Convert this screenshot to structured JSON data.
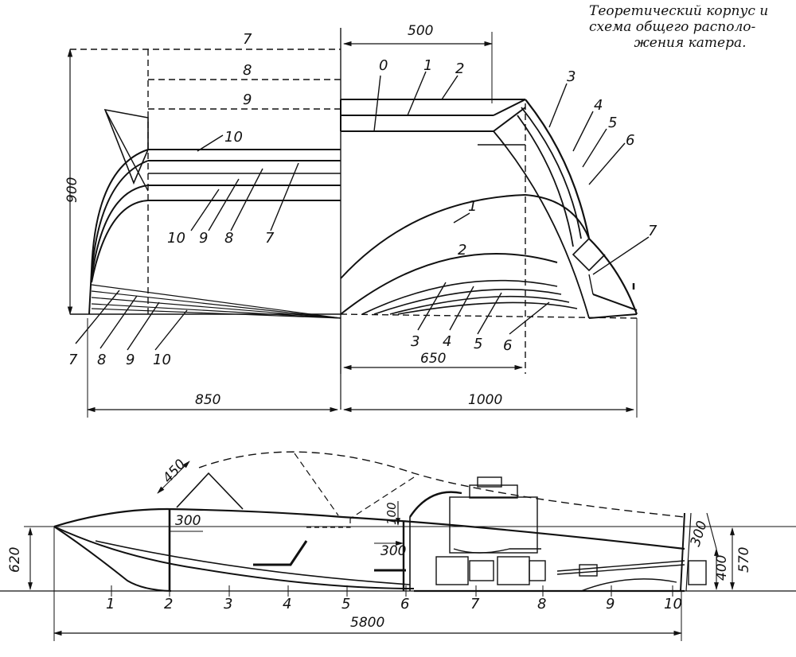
{
  "caption": {
    "line1": "Теоретический корпус и",
    "line2": "схема общего располо-",
    "line3": "жения катера."
  },
  "body_plan": {
    "dimensions": {
      "width_top": "500",
      "height": "900",
      "aft_half": "850",
      "fwd_half": "1000",
      "inner": "650"
    },
    "waterline_labels": [
      "7",
      "8",
      "9",
      "10"
    ],
    "aft_section_labels": [
      "10",
      "9",
      "8",
      "7"
    ],
    "aft_bottom_labels": [
      "7",
      "8",
      "9",
      "10"
    ],
    "fwd_top_labels": [
      "0",
      "1",
      "2"
    ],
    "fwd_side_labels": [
      "3",
      "4",
      "5",
      "6",
      "7"
    ],
    "fwd_curve_labels": [
      "1",
      "2"
    ],
    "fwd_bottom_labels": [
      "3",
      "4",
      "5",
      "6"
    ]
  },
  "profile": {
    "dimensions": {
      "windshield": "450",
      "cockpit": "300",
      "coaming": "100",
      "seat": "300",
      "depth_fwd": "620",
      "depth_aft": "570",
      "transom_top": "300",
      "transom": "400",
      "length": "5800"
    },
    "stations": [
      "1",
      "2",
      "3",
      "4",
      "5",
      "6",
      "7",
      "8",
      "9",
      "10"
    ]
  }
}
